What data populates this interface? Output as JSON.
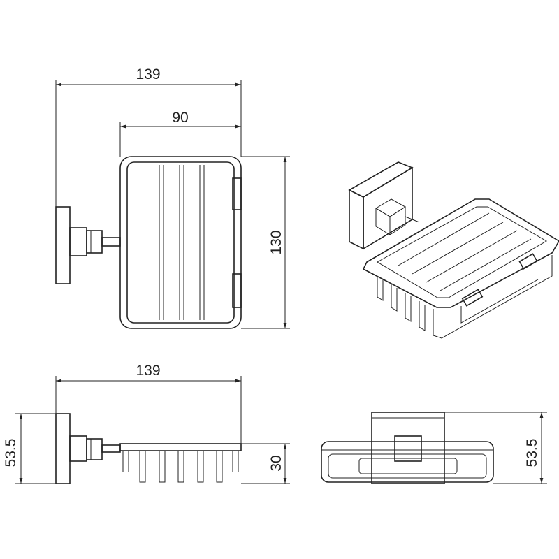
{
  "drawing": {
    "top_view": {
      "overall_width": "139",
      "basket_width": "90",
      "basket_depth": "130"
    },
    "side_view": {
      "overall_width": "139",
      "height": "53.5",
      "basket_height": "30"
    },
    "front_view": {
      "height": "53.5"
    }
  },
  "colors": {
    "line": "#222222",
    "background": "#ffffff"
  }
}
